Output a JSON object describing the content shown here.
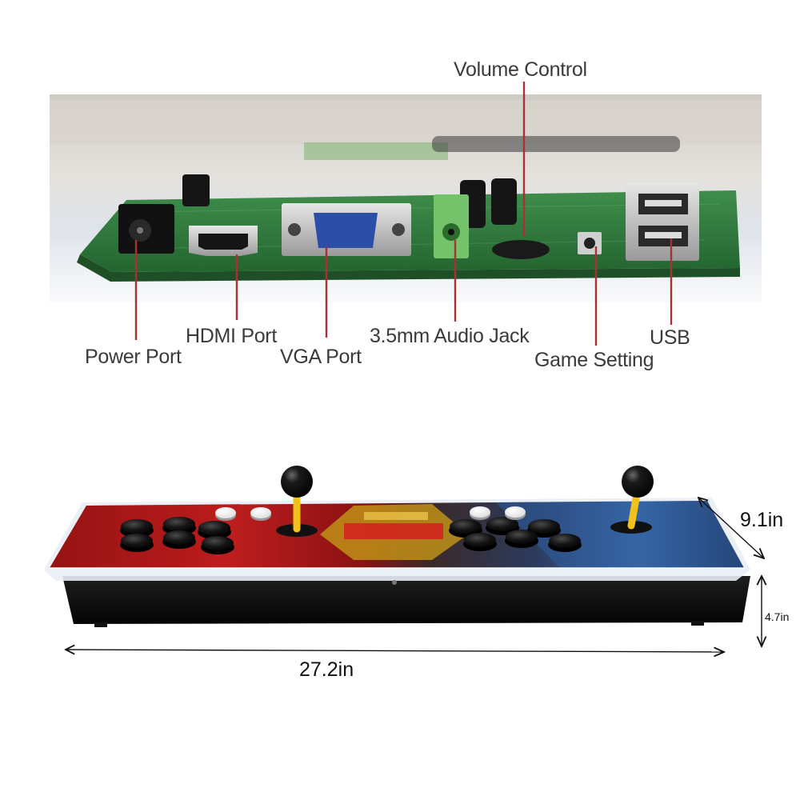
{
  "board_labels": {
    "volume_control": "Volume Control",
    "power_port": "Power Port",
    "hdmi_port": "HDMI Port",
    "vga_port": "VGA Port",
    "audio_jack": "3.5mm Audio Jack",
    "game_setting": "Game Setting",
    "usb": "USB"
  },
  "dimensions": {
    "depth": "9.1in",
    "height": "4.7in",
    "width": "27.2in"
  },
  "colors": {
    "pcb_green": "#2f7a3e",
    "callout_red": "#a83232",
    "joystick_yellow": "#f2c21b",
    "button_black": "#141414"
  }
}
